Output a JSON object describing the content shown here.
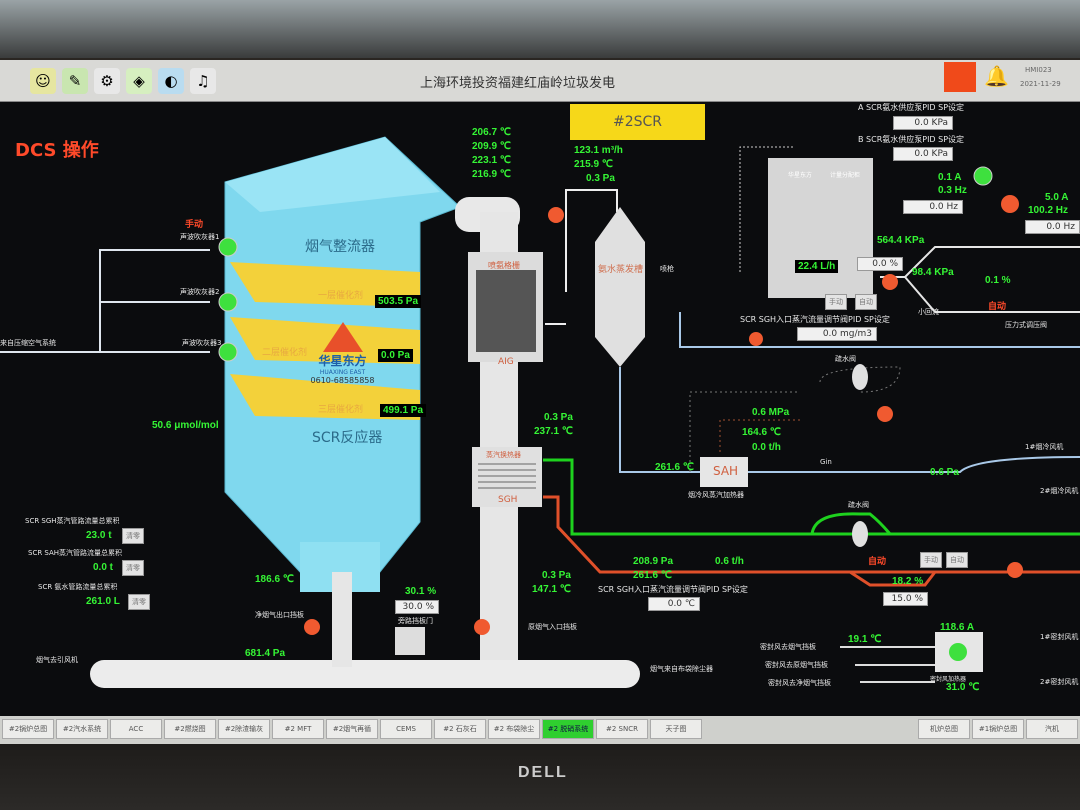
{
  "header": {
    "title": "上海环境投资福建红庙岭垃圾发电",
    "station_id": "HMI023",
    "date": "2021-11-29"
  },
  "toolbar_icons": [
    "users-icon",
    "pencil-icon",
    "network-icon",
    "trend-icon",
    "globe-icon",
    "document-icon"
  ],
  "colors": {
    "canvas": "#0b0c0e",
    "value_green": "#35f535",
    "reactor_cyan": "#7fd8ee",
    "catalyst_yellow": "#f3d13a",
    "steam_green": "#1ed21e",
    "steam_red": "#e0502a",
    "air_blue": "#a9c9e8",
    "active_tab": "#2fcf2f"
  },
  "main": {
    "dcs_label": "DCS 操作",
    "scr_badge": "#2SCR",
    "reactor": {
      "rectifier": "烟气整流器",
      "reactor_label": "SCR反应器",
      "manual": "手动",
      "blowers": [
        "声波吹灰器1",
        "声波吹灰器2",
        "声波吹灰器3"
      ],
      "air_source": "来自压缩空气系统",
      "layers": [
        {
          "name": "一层催化剂",
          "dp": "503.5 Pa"
        },
        {
          "name": "二层催化剂",
          "dp": "0.0 Pa"
        },
        {
          "name": "三层催化剂",
          "dp": "499.1 Pa"
        }
      ],
      "nh3_slip": "50.6 μmol/mol",
      "outlet_temp": "186.6 ℃"
    },
    "watermark": {
      "brand": "华星东方",
      "brand_en": "HUAXING EAST",
      "phone": "0610-68585858"
    },
    "inlet_temps": [
      "206.7 ℃",
      "209.9 ℃",
      "223.1 ℃",
      "216.9 ℃"
    ],
    "ammonia_line": {
      "flow": "123.1 m³/h",
      "temp": "215.9 ℃",
      "pressure": "0.3 Pa"
    },
    "aig": {
      "grid_label": "喷氨格栅",
      "label": "AIG"
    },
    "sgh": {
      "label": "蒸汽换热器",
      "short": "SGH",
      "in_p": "0.3 Pa",
      "in_t": "237.1 ℃",
      "out_p": "0.3 Pa",
      "out_t": "147.1 ℃"
    },
    "evaporator": {
      "label": "氨水蒸发槽",
      "gun": "喷枪"
    },
    "cabinet": {
      "brand": "华星东方",
      "label": "计量分配柜",
      "flow": "22.4 L/h",
      "valve_sp": "0.0 %",
      "manual": "手动",
      "auto": "自动"
    },
    "pump_pid": {
      "a_label": "A SCR氨水供应泵PID SP设定",
      "a_value": "0.0 KPa",
      "b_label": "B SCR氨水供应泵PID SP设定",
      "b_value": "0.0 KPa"
    },
    "pumps": {
      "a_current": "0.1 A",
      "a_freq": "0.3 Hz",
      "a_sp": "0.0 Hz",
      "b_current": "5.0 A",
      "b_freq": "100.2 Hz",
      "b_sp": "0.0 Hz",
      "discharge_p": "564.4 KPa",
      "return_p": "98.4 KPa",
      "reg_valve": "0.1 %",
      "auto": "自动",
      "reg_label": "压力式调压阀",
      "small_return": "小回流",
      "l": "L"
    },
    "sgh_pid": {
      "label": "SCR SGH入口蒸汽流量调节阀PID SP设定",
      "value": "0.0 mg/m3"
    },
    "sah": {
      "label": "SAH",
      "desc": "烟冷风蒸汽加热器",
      "p": "0.6 MPa",
      "t": "164.6 ℃",
      "flow": "0.0 t/h",
      "in_t": "261.6 ℃",
      "drain": "疏水阀",
      "air_p": "0.6 Pa",
      "fan1": "1#烟冷风机",
      "fan2": "2#烟冷风机",
      "drain_lbl": "Gin"
    },
    "steam": {
      "p": "208.9 Pa",
      "t": "261.6 ℃",
      "flow": "0.6 t/h",
      "auto": "自动",
      "valve_fb": "18.2 %",
      "valve_sp": "15.0 %",
      "manual": "手动",
      "auto2": "自动",
      "drain": "疏水阀",
      "pid_label": "SCR SGH入口蒸汽流量调节阀PID SP设定",
      "pid_value": "0.0 ℃"
    },
    "seal": {
      "t_in": "19.1 ℃",
      "current": "118.6 A",
      "t_out": "31.0 ℃",
      "heater": "密封风加热器",
      "fan1": "1#密封风机",
      "fan2": "2#密封风机",
      "lines": [
        "密封风去烟气挡板",
        "密封风去原烟气挡板",
        "密封风去净烟气挡板"
      ]
    },
    "totals": [
      {
        "label": "SCR SGH蒸汽管路流量总累积",
        "value": "23.0 t",
        "reset": "清零"
      },
      {
        "label": "SCR SAH蒸汽管路流量总累积",
        "value": "0.0 t",
        "reset": "清零"
      },
      {
        "label": "SCR 氨水管路流量总累积",
        "value": "261.0 L",
        "reset": "清零"
      }
    ],
    "dampers": {
      "outlet": "净烟气出口挡板",
      "bypass": "旁路挡板门",
      "inlet": "原烟气入口挡板",
      "bypass_fb": "30.1 %",
      "bypass_sp": "30.0 %",
      "duct_p": "681.4 Pa",
      "to_fan": "烟气去引风机",
      "from_bag": "烟气来自布袋除尘器"
    }
  },
  "tabs": [
    {
      "label": "#2锅炉总图"
    },
    {
      "label": "#2汽水系统"
    },
    {
      "label": "ACC"
    },
    {
      "label": "#2燃烧图"
    },
    {
      "label": "#2除渣输灰"
    },
    {
      "label": "#2 MFT"
    },
    {
      "label": "#2烟气再循"
    },
    {
      "label": "CEMS"
    },
    {
      "label": "#2 石灰石"
    },
    {
      "label": "#2 布袋除尘"
    },
    {
      "label": "#2 脱硝系统"
    },
    {
      "label": "#2 SNCR"
    },
    {
      "label": "天子图"
    },
    {
      "label": "机炉总图"
    },
    {
      "label": "#1锅炉总图"
    },
    {
      "label": "汽机"
    }
  ],
  "monitor_brand": "DELL"
}
